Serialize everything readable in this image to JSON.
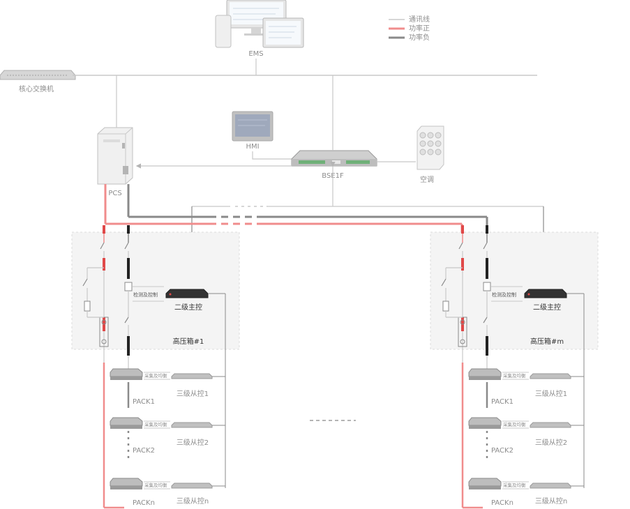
{
  "legend": {
    "comm": "通讯线",
    "pos": "功率正",
    "neg": "功率负",
    "comm_color": "#c8c8c8",
    "pos_color": "#f08c8c",
    "neg_color": "#8a8a8a"
  },
  "devices": {
    "ems": "EMS",
    "switch": "核心交换机",
    "hmi": "HMI",
    "pcs": "PCS",
    "bse": "BSE1F",
    "ac": "空调"
  },
  "clusters": [
    {
      "box": "高压箱#1",
      "master": "二级主控",
      "detect": "检测及控制",
      "packs": [
        "PACK1",
        "PACK2",
        "PACKn"
      ],
      "balance": [
        "采集及均衡",
        "采集及均衡",
        "采集及均衡"
      ],
      "slaves": [
        "三级从控1",
        "三级从控2",
        "三级从控n"
      ]
    },
    {
      "box": "高压箱#m",
      "master": "二级主控",
      "detect": "检测及控制",
      "packs": [
        "PACK1",
        "PACK2",
        "PACKn"
      ],
      "balance": [
        "采集及均衡",
        "采集及均衡",
        "采集及均衡"
      ],
      "slaves": [
        "三级从控1",
        "三级从控2",
        "三级从控n"
      ]
    }
  ]
}
